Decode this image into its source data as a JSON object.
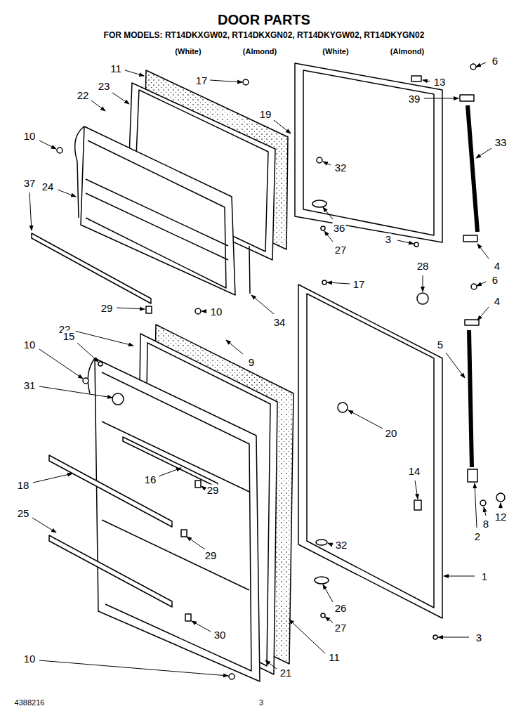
{
  "diagram": {
    "title": "DOOR PARTS",
    "labels": [
      "FOR MODELS: RT14DKXGW02, RT14DKXGN02, RT14DKYGW02, RT14DKYGN02",
      "(White)",
      "(Almond)",
      "(White)",
      "(Almond)",
      "11",
      "17",
      "13",
      "6",
      "39",
      "22",
      "23",
      "19",
      "33",
      "32",
      "10",
      "24",
      "37",
      "36",
      "27",
      "3",
      "4",
      "17",
      "28",
      "6",
      "29",
      "10",
      "34",
      "22",
      "4",
      "15",
      "10",
      "9",
      "5",
      "31",
      "20",
      "14",
      "16",
      "18",
      "29",
      "12",
      "25",
      "8",
      "2",
      "32",
      "29",
      "1",
      "26",
      "27",
      "30",
      "3",
      "11",
      "10",
      "21",
      "4388216",
      "3"
    ]
  }
}
